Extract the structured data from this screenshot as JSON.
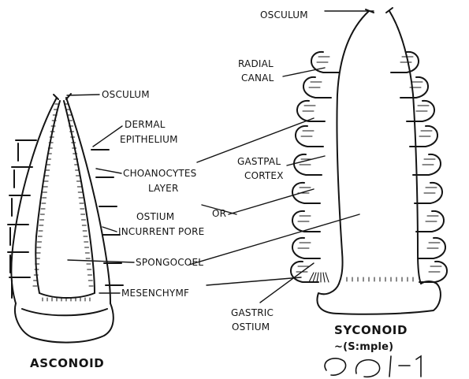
{
  "diagram": {
    "asconoid": {
      "title": "ASCONOID",
      "labels": {
        "osculum": "OSCULUM",
        "dermal_1": "DERMAL",
        "dermal_2": "EPITHELIUM",
        "choano_1": "CHOANOCYTES",
        "choano_2": "LAYER",
        "ostium_1": "OSTIUM",
        "ostium_or": "OR",
        "ostium_2": "INCURRENT PORE",
        "spongocoel": "SPONGOCOEL",
        "mesenchyme": "MESENCHYMF"
      }
    },
    "syconoid": {
      "title": "SYCONOID",
      "subtitle": "~(S:mple)",
      "labels": {
        "osculum": "OSCULUM",
        "radial_1": "RADIAL",
        "radial_2": "CANAL",
        "gastral_1": "GASTPAL",
        "gastral_2": "CORTEX",
        "gastric_1": "GASTRIC",
        "gastric_2": "OSTIUM"
      }
    }
  },
  "colors": {
    "ink": "#141414",
    "paper": "#ffffff"
  }
}
